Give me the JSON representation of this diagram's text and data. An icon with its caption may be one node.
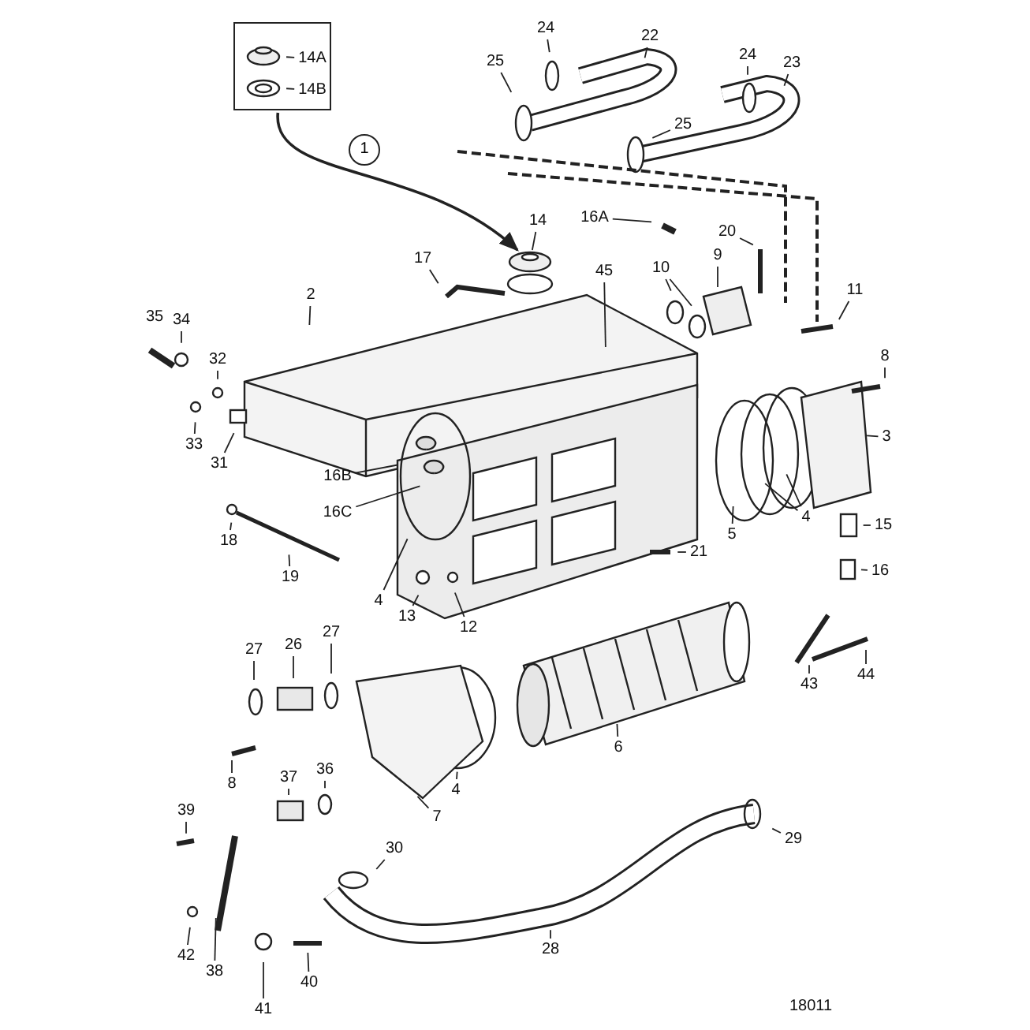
{
  "diagram": {
    "nodes": [
      {
        "text": [],
        "shape": "box"
      },
      {
        "text": [
          "14A"
        ],
        "in": 0
      },
      {
        "text": [
          "14B"
        ],
        "in": 0
      },
      {
        "text": [
          "24"
        ]
      },
      {
        "text": [
          "22"
        ]
      },
      {
        "text": [
          "25"
        ]
      },
      {
        "text": [
          "24"
        ]
      },
      {
        "text": [
          "23"
        ]
      },
      {
        "text": [
          "25"
        ]
      },
      {
        "text": [
          "16A"
        ]
      },
      {
        "text": [
          "14"
        ]
      },
      {
        "text": [
          "20"
        ]
      },
      {
        "text": [
          "9"
        ]
      },
      {
        "text": [
          "17"
        ]
      },
      {
        "text": [
          "10"
        ]
      },
      {
        "text": [
          "45"
        ]
      },
      {
        "text": [
          "11"
        ]
      },
      {
        "text": [
          "2"
        ]
      },
      {
        "text": [
          "34"
        ]
      },
      {
        "text": [
          "8"
        ]
      },
      {
        "text": [
          "32"
        ]
      },
      {
        "text": [
          "3"
        ]
      },
      {
        "text": [
          "33"
        ]
      },
      {
        "text": [
          "31"
        ]
      },
      {
        "text": [
          "16B"
        ]
      },
      {
        "text": [
          "4"
        ]
      },
      {
        "text": [
          "16C"
        ]
      },
      {
        "text": [
          "5"
        ]
      },
      {
        "text": [
          "15"
        ]
      },
      {
        "text": [
          "18"
        ]
      },
      {
        "text": [
          "21"
        ]
      },
      {
        "text": [
          "16"
        ]
      },
      {
        "text": [
          "19"
        ]
      },
      {
        "text": [
          "4"
        ]
      },
      {
        "text": [
          "12"
        ]
      },
      {
        "text": [
          "13"
        ]
      },
      {
        "text": [
          "43"
        ]
      },
      {
        "text": [
          "27"
        ]
      },
      {
        "text": [
          "26"
        ]
      },
      {
        "text": [
          "27"
        ]
      },
      {
        "text": [
          "44"
        ]
      },
      {
        "text": [
          "6"
        ]
      },
      {
        "text": [
          "36"
        ]
      },
      {
        "text": [
          "37"
        ]
      },
      {
        "text": [
          "8"
        ]
      },
      {
        "text": [
          "4"
        ]
      },
      {
        "text": [
          "7"
        ]
      },
      {
        "text": [
          "39"
        ]
      },
      {
        "text": [
          "29"
        ]
      },
      {
        "text": [
          "30"
        ]
      },
      {
        "text": [
          "28"
        ]
      },
      {
        "text": [
          "42"
        ]
      },
      {
        "text": [
          "38"
        ]
      },
      {
        "text": [
          "40"
        ]
      },
      {
        "text": [
          "41"
        ]
      },
      {
        "text": [],
        "shape": "picture"
      }
    ],
    "edges": [
      {
        "from": 0,
        "to": 55,
        "arrow": "to",
        "label": "1"
      },
      {
        "from": 1,
        "to": null,
        "arrow": "none"
      },
      {
        "from": 2,
        "to": null,
        "arrow": "none"
      },
      {
        "from": 3,
        "to": null,
        "arrow": "none"
      },
      {
        "from": 4,
        "to": null,
        "arrow": "none"
      },
      {
        "from": 5,
        "to": null,
        "arrow": "none"
      },
      {
        "from": 6,
        "to": null,
        "arrow": "none"
      },
      {
        "from": 7,
        "to": null,
        "arrow": "none"
      },
      {
        "from": 8,
        "to": null,
        "arrow": "none"
      },
      {
        "from": 9,
        "to": null,
        "arrow": "none"
      },
      {
        "from": 10,
        "to": 55,
        "arrow": "none"
      },
      {
        "from": 11,
        "to": null,
        "arrow": "none"
      },
      {
        "from": 12,
        "to": null,
        "arrow": "none"
      },
      {
        "from": 13,
        "to": null,
        "arrow": "none"
      },
      {
        "from": 14,
        "to": null,
        "arrow": "none"
      },
      {
        "from": 14,
        "to": null,
        "arrow": "none"
      },
      {
        "from": 15,
        "to": null,
        "arrow": "none"
      },
      {
        "from": 16,
        "to": null,
        "arrow": "none"
      },
      {
        "from": 17,
        "to": null,
        "arrow": "none"
      },
      {
        "from": 18,
        "to": null,
        "arrow": "none"
      },
      {
        "from": 19,
        "to": null,
        "arrow": "none"
      },
      {
        "from": 20,
        "to": null,
        "arrow": "none"
      },
      {
        "from": 21,
        "to": null,
        "arrow": "none"
      },
      {
        "from": 22,
        "to": null,
        "arrow": "none"
      },
      {
        "from": 23,
        "to": null,
        "arrow": "none"
      },
      {
        "from": 24,
        "to": null,
        "arrow": "none"
      },
      {
        "from": 25,
        "to": null,
        "arrow": "none"
      },
      {
        "from": 25,
        "to": null,
        "arrow": "none"
      },
      {
        "from": 26,
        "to": null,
        "arrow": "none"
      },
      {
        "from": 27,
        "to": null,
        "arrow": "none"
      },
      {
        "from": 28,
        "to": null,
        "arrow": "none"
      },
      {
        "from": 29,
        "to": null,
        "arrow": "none"
      },
      {
        "from": 30,
        "to": null,
        "arrow": "none"
      },
      {
        "from": 31,
        "to": null,
        "arrow": "none"
      },
      {
        "from": 32,
        "to": null,
        "arrow": "none"
      },
      {
        "from": 33,
        "to": null,
        "arrow": "none"
      },
      {
        "from": 34,
        "to": null,
        "arrow": "none"
      },
      {
        "from": 35,
        "to": null,
        "arrow": "none"
      },
      {
        "from": 36,
        "to": null,
        "arrow": "none"
      },
      {
        "from": 37,
        "to": null,
        "arrow": "none"
      },
      {
        "from": 38,
        "to": null,
        "arrow": "none"
      },
      {
        "from": 39,
        "to": null,
        "arrow": "none"
      },
      {
        "from": 40,
        "to": null,
        "arrow": "none"
      },
      {
        "from": 41,
        "to": null,
        "arrow": "none"
      },
      {
        "from": 42,
        "to": null,
        "arrow": "none"
      },
      {
        "from": 43,
        "to": null,
        "arrow": "none"
      },
      {
        "from": 44,
        "to": null,
        "arrow": "none"
      },
      {
        "from": 45,
        "to": null,
        "arrow": "none"
      },
      {
        "from": 46,
        "to": null,
        "arrow": "none"
      },
      {
        "from": 47,
        "to": null,
        "arrow": "none"
      },
      {
        "from": 48,
        "to": null,
        "arrow": "none"
      },
      {
        "from": 49,
        "to": null,
        "arrow": "none"
      },
      {
        "from": 50,
        "to": null,
        "arrow": "none"
      },
      {
        "from": 51,
        "to": null,
        "arrow": "none"
      },
      {
        "from": 52,
        "to": null,
        "arrow": "none"
      },
      {
        "from": 53,
        "to": null,
        "arrow": "none"
      },
      {
        "from": 54,
        "to": null,
        "arrow": "none"
      }
    ],
    "labels": [
      "35",
      "18011"
    ]
  }
}
